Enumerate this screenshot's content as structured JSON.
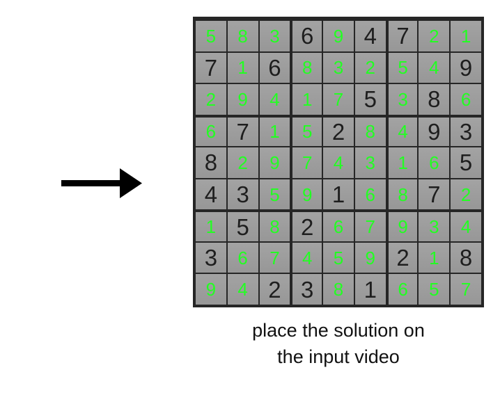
{
  "grid": [
    [
      "5",
      "8",
      "3",
      "6",
      "9",
      "4",
      "7",
      "2",
      "1"
    ],
    [
      "7",
      "1",
      "6",
      "8",
      "3",
      "2",
      "5",
      "4",
      "9"
    ],
    [
      "2",
      "9",
      "4",
      "1",
      "7",
      "5",
      "3",
      "8",
      "6"
    ],
    [
      "6",
      "7",
      "1",
      "5",
      "2",
      "8",
      "4",
      "9",
      "3"
    ],
    [
      "8",
      "2",
      "9",
      "7",
      "4",
      "3",
      "1",
      "6",
      "5"
    ],
    [
      "4",
      "3",
      "5",
      "9",
      "1",
      "6",
      "8",
      "7",
      "2"
    ],
    [
      "1",
      "5",
      "8",
      "2",
      "6",
      "7",
      "9",
      "3",
      "4"
    ],
    [
      "3",
      "6",
      "7",
      "4",
      "5",
      "9",
      "2",
      "1",
      "8"
    ],
    [
      "9",
      "4",
      "2",
      "3",
      "8",
      "1",
      "6",
      "5",
      "7"
    ]
  ],
  "given": [
    [
      0,
      0,
      0,
      1,
      0,
      1,
      1,
      0,
      0
    ],
    [
      1,
      0,
      1,
      0,
      0,
      0,
      0,
      0,
      1
    ],
    [
      0,
      0,
      0,
      0,
      0,
      1,
      0,
      1,
      0
    ],
    [
      0,
      1,
      0,
      0,
      1,
      0,
      0,
      1,
      1
    ],
    [
      1,
      0,
      0,
      0,
      0,
      0,
      0,
      0,
      1
    ],
    [
      1,
      1,
      0,
      0,
      1,
      0,
      0,
      1,
      0
    ],
    [
      0,
      1,
      0,
      1,
      0,
      0,
      0,
      0,
      0
    ],
    [
      1,
      0,
      0,
      0,
      0,
      0,
      1,
      0,
      1
    ],
    [
      0,
      0,
      1,
      1,
      0,
      1,
      0,
      0,
      0
    ]
  ],
  "colors": {
    "solved_digit": "#22ff22",
    "given_digit": "#1e1e1e",
    "cell_background": "#a0a0a0",
    "grid_lines": "#262626",
    "arrow": "#000000"
  },
  "arrow_icon": "right-arrow-icon",
  "caption": {
    "line1": "place the solution on",
    "line2": "the input video"
  }
}
